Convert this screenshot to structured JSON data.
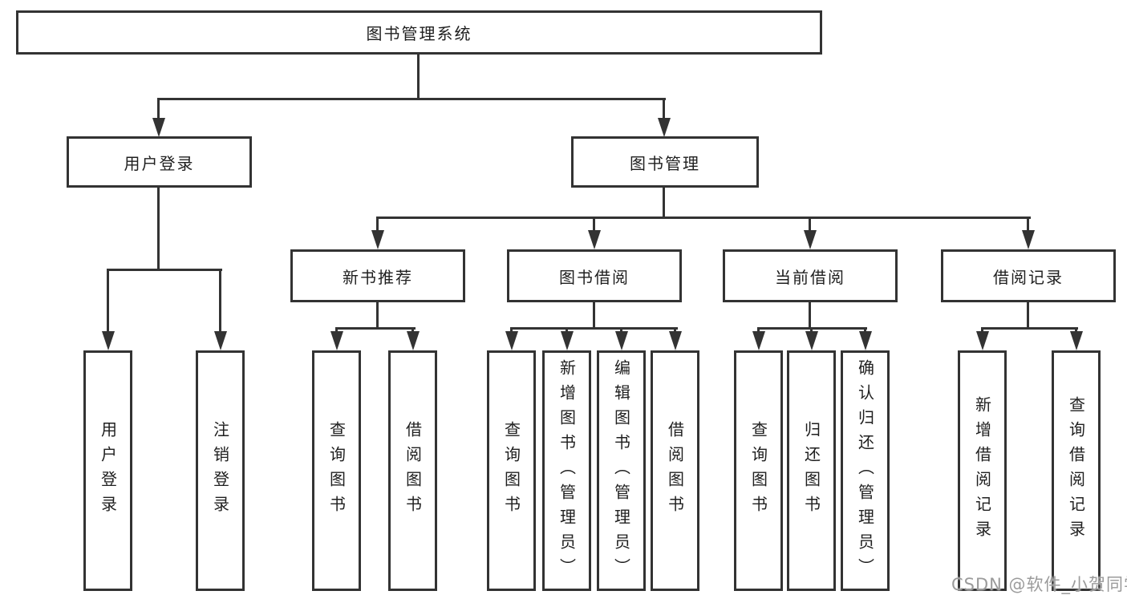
{
  "diagram": {
    "type": "hierarchy-tree",
    "colors": {
      "line": "#333333",
      "box_border": "#333333",
      "box_fill": "#ffffff",
      "text": "#1f1f1f",
      "watermark": "#9b9b9b"
    },
    "tree": {
      "label": "图书管理系统",
      "children": [
        {
          "label": "用户登录",
          "children": [
            {
              "label": "用户登录"
            },
            {
              "label": "注销登录"
            }
          ]
        },
        {
          "label": "图书管理",
          "children": [
            {
              "label": "新书推荐",
              "children": [
                {
                  "label": "查询图书"
                },
                {
                  "label": "借阅图书"
                }
              ]
            },
            {
              "label": "图书借阅",
              "children": [
                {
                  "label": "查询图书"
                },
                {
                  "label": "新增图书（管理员）"
                },
                {
                  "label": "编辑图书（管理员）"
                },
                {
                  "label": "借阅图书"
                }
              ]
            },
            {
              "label": "当前借阅",
              "children": [
                {
                  "label": "查询图书"
                },
                {
                  "label": "归还图书"
                },
                {
                  "label": "确认归还（管理员）"
                }
              ]
            },
            {
              "label": "借阅记录",
              "children": [
                {
                  "label": "新增借阅记录"
                },
                {
                  "label": "查询借阅记录"
                }
              ]
            }
          ]
        }
      ]
    },
    "watermark": {
      "text": "CSDN @软件_小贺同学"
    }
  }
}
